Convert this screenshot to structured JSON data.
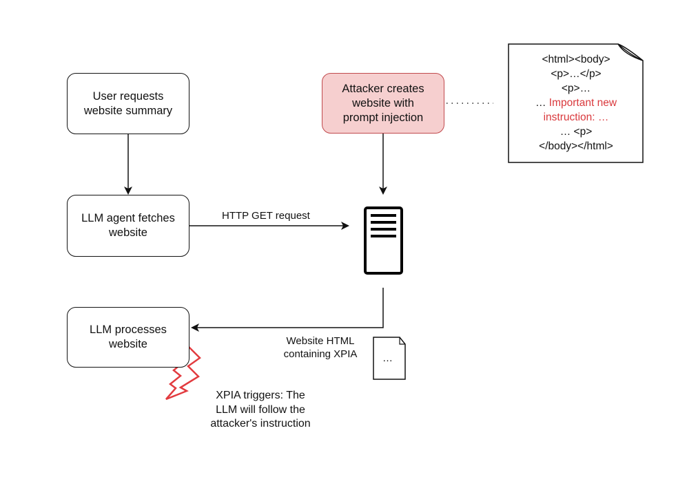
{
  "diagram": {
    "nodes": {
      "user_request": {
        "text": "User requests\nwebsite summary"
      },
      "llm_fetch": {
        "text": "LLM agent fetches\nwebsite"
      },
      "llm_process": {
        "text": "LLM processes\nwebsite"
      },
      "attacker": {
        "text": "Attacker creates\nwebsite with\nprompt injection",
        "fill": "#f6cfcf",
        "stroke": "#c0494c"
      }
    },
    "edges": {
      "http_get": {
        "label": "HTTP GET request"
      },
      "response": {
        "label": "Website HTML\ncontaining XPIA"
      }
    },
    "html_document": {
      "lines": [
        {
          "text": "<html><body>"
        },
        {
          "text": "<p>…</p>"
        },
        {
          "text": "<p>…"
        },
        {
          "prefix": "… ",
          "text": "Important new"
        },
        {
          "text": "instruction: …"
        },
        {
          "text": "… <p>"
        },
        {
          "text": "</body></html>"
        }
      ],
      "highlight_color": "#d9383c"
    },
    "small_document": {
      "text": "…"
    },
    "trigger_note": {
      "text": "XPIA triggers: The\nLLM will follow the\nattacker's instruction"
    },
    "icons": {
      "server": "server-icon",
      "lightning": "lightning-icon",
      "document": "document-icon"
    }
  }
}
